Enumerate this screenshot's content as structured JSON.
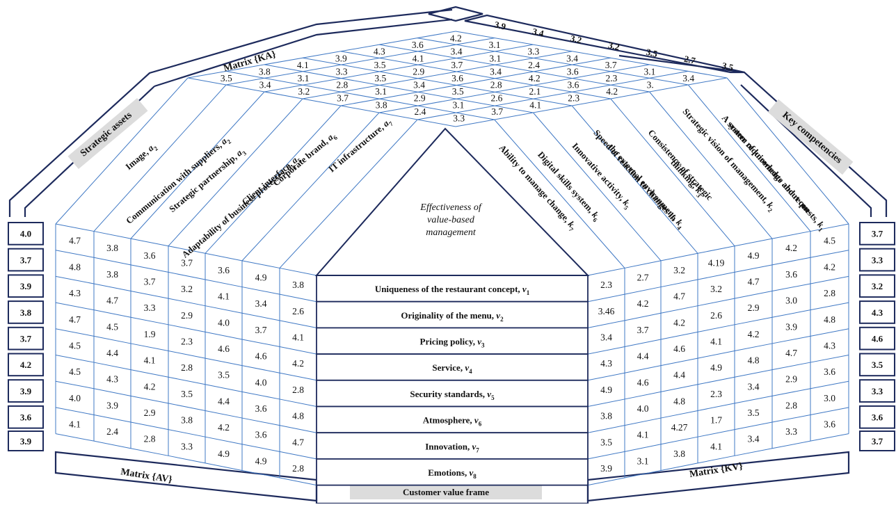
{
  "matrix_ka_label": "Matrix {KA}",
  "matrix_av_label": "Matrix {AV}",
  "matrix_kv_label": "Matrix {KV}",
  "strategic_assets_label": "Strategic assets",
  "key_competencies_label": "Key competencies",
  "customer_value_frame_label": "Customer value frame",
  "center_text": [
    "Effectiveness of",
    "value-based",
    "management"
  ],
  "asset_labels": [
    [
      "Image, ",
      "a",
      "2"
    ],
    [
      "Communication with suppliers, ",
      "a",
      "2"
    ],
    [
      "Strategic partnership, ",
      "a",
      "3"
    ],
    [
      "Adaptability of business processes, ",
      "a",
      "4"
    ],
    [
      "Client interface, ",
      "a",
      "5"
    ],
    [
      "Corporate brand, ",
      "a",
      "6"
    ],
    [
      "IT infrastructure, ",
      "a",
      "7"
    ]
  ],
  "competency_labels": [
    [
      "Ability to manage change, ",
      "k",
      "7"
    ],
    [
      "Digital skills system, ",
      "k",
      "6"
    ],
    [
      "Innovative activity, ",
      "k",
      "5"
    ],
    [
      "Speed of reaction to changes in",
      "",
      ""
    ],
    [
      "the external environment, ",
      "k",
      "4"
    ],
    [
      "Consistency of strategic",
      "",
      ""
    ],
    [
      "thinking, ",
      "k",
      "3"
    ],
    [
      "Strategic vision of management, ",
      "k",
      "2"
    ],
    [
      "A system of knowledge about con-",
      "",
      ""
    ],
    [
      "sumer requirements and requests, ",
      "k",
      "1"
    ]
  ],
  "value_rows": [
    [
      "Uniqueness of the restaurant concept, ",
      "v",
      "1"
    ],
    [
      "Originality of the menu, ",
      "v",
      "2"
    ],
    [
      "Pricing policy, ",
      "v",
      "3"
    ],
    [
      "Service, ",
      "v",
      "4"
    ],
    [
      "Security standards, ",
      "v",
      "5"
    ],
    [
      "Atmosphere, ",
      "v",
      "6"
    ],
    [
      "Innovation, ",
      "v",
      "7"
    ],
    [
      "Emotions, ",
      "v",
      "8"
    ]
  ],
  "av_matrix": [
    [
      "4.7",
      "3.8",
      "3.6",
      "3.7",
      "3.6",
      "4.9",
      "3.8"
    ],
    [
      "4.8",
      "3.8",
      "3.7",
      "3.2",
      "4.1",
      "3.4",
      "2.6"
    ],
    [
      "4.3",
      "4.7",
      "3.3",
      "2.9",
      "4.0",
      "3.7",
      "4.1"
    ],
    [
      "4.7",
      "4.5",
      "1.9",
      "2.3",
      "4.6",
      "4.6",
      "4.2"
    ],
    [
      "4.5",
      "4.4",
      "4.1",
      "2.8",
      "3.5",
      "4.0",
      "2.8"
    ],
    [
      "4.5",
      "4.3",
      "4.2",
      "3.5",
      "4.4",
      "3.6",
      "4.8"
    ],
    [
      "4.0",
      "3.9",
      "2.9",
      "3.8",
      "4.2",
      "3.6",
      "4.7"
    ],
    [
      "4.1",
      "2.4",
      "2.8",
      "3.3",
      "4.9",
      "4.9",
      "2.8"
    ]
  ],
  "kv_matrix": [
    [
      "2.3",
      "2.7",
      "3.2",
      "4.19",
      "4.9",
      "4.2",
      "4.5"
    ],
    [
      "3.46",
      "4.2",
      "4.7",
      "3.2",
      "4.7",
      "3.6",
      "4.2"
    ],
    [
      "3.4",
      "3.7",
      "4.2",
      "2.6",
      "2.9",
      "3.0",
      "2.8"
    ],
    [
      "4.3",
      "4.4",
      "4.6",
      "4.1",
      "4.2",
      "3.9",
      "4.8"
    ],
    [
      "4.9",
      "4.6",
      "4.4",
      "4.9",
      "4.8",
      "4.7",
      "4.3"
    ],
    [
      "3.8",
      "4.0",
      "4.8",
      "2.3",
      "3.4",
      "2.9",
      "3.6"
    ],
    [
      "3.5",
      "4.1",
      "4.27",
      "1.7",
      "3.5",
      "2.8",
      "3.0"
    ],
    [
      "3.9",
      "3.1",
      "3.8",
      "4.1",
      "3.4",
      "3.3",
      "3.6"
    ]
  ],
  "ka_matrix": [
    [
      "4.2",
      "3.6",
      "4.3",
      "3.9",
      "4.1",
      "3.8",
      "3.5"
    ],
    [
      "3.1",
      "3.4",
      "4.1",
      "3.5",
      "3.3",
      "3.1",
      "3.4"
    ],
    [
      "3.3",
      "3.1",
      "3.7",
      "2.9",
      "3.5",
      "2.8",
      "3.2"
    ],
    [
      "3.4",
      "2.4",
      "3.4",
      "3.6",
      "3.4",
      "3.1",
      "3.7"
    ],
    [
      "3.7",
      "3.6",
      "4.2",
      "2.8",
      "3.5",
      "2.9",
      "3.8"
    ],
    [
      "3.1",
      "2.3",
      "3.6",
      "2.1",
      "2.6",
      "3.1",
      "2.4"
    ],
    [
      "3.4",
      "3.",
      "4.2",
      "2.3",
      "4.1",
      "3.7",
      "3.3"
    ]
  ],
  "left_side_values": [
    "4.0",
    "3.7",
    "3.9",
    "3.8",
    "3.7",
    "4.2",
    "3.9",
    "3.6"
  ],
  "left_total": "3.9",
  "right_side_values": [
    "3.7",
    "3.3",
    "3.2",
    "4.3",
    "4.6",
    "3.5",
    "3.3",
    "3.6"
  ],
  "right_total": "3.7",
  "top_side_values": [
    "3.9",
    "3.4",
    "3.2",
    "3.2",
    "3.5",
    "2.7",
    "3.5"
  ]
}
